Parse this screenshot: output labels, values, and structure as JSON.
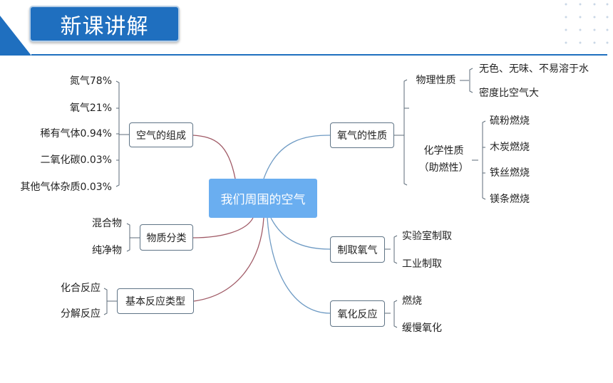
{
  "header": {
    "title": "新课讲解"
  },
  "center": "我们周围的空气",
  "left_branches": [
    {
      "label": "空气的组成",
      "leaves": [
        "氮气78%",
        "氧气21%",
        "稀有气体0.94%",
        "二氧化碳0.03%",
        "其他气体杂质0.03%"
      ]
    },
    {
      "label": "物质分类",
      "leaves": [
        "混合物",
        "纯净物"
      ]
    },
    {
      "label": "基本反应类型",
      "leaves": [
        "化合反应",
        "分解反应"
      ]
    }
  ],
  "right_branches": [
    {
      "label": "氧气的性质",
      "physical": {
        "label": "物理性质",
        "leaves": [
          "无色、无味、不易溶于水",
          "密度比空气大"
        ]
      },
      "chemical": {
        "label_line1": "化学性质",
        "label_line2": "（助燃性）",
        "leaves": [
          "硫粉燃烧",
          "木炭燃烧",
          "铁丝燃烧",
          "镁条燃烧"
        ]
      }
    },
    {
      "label": "制取氧气",
      "leaves": [
        "实验室制取",
        "工业制取"
      ]
    },
    {
      "label": "氧化反应",
      "leaves": [
        "燃烧",
        "缓慢氧化"
      ]
    }
  ],
  "colors": {
    "title_bg": "#1f6fbf",
    "center_bg": "#6aaef0",
    "left_link": "#a05a66",
    "right_link": "#6f9bc4",
    "bracket": "#5c6b78"
  }
}
